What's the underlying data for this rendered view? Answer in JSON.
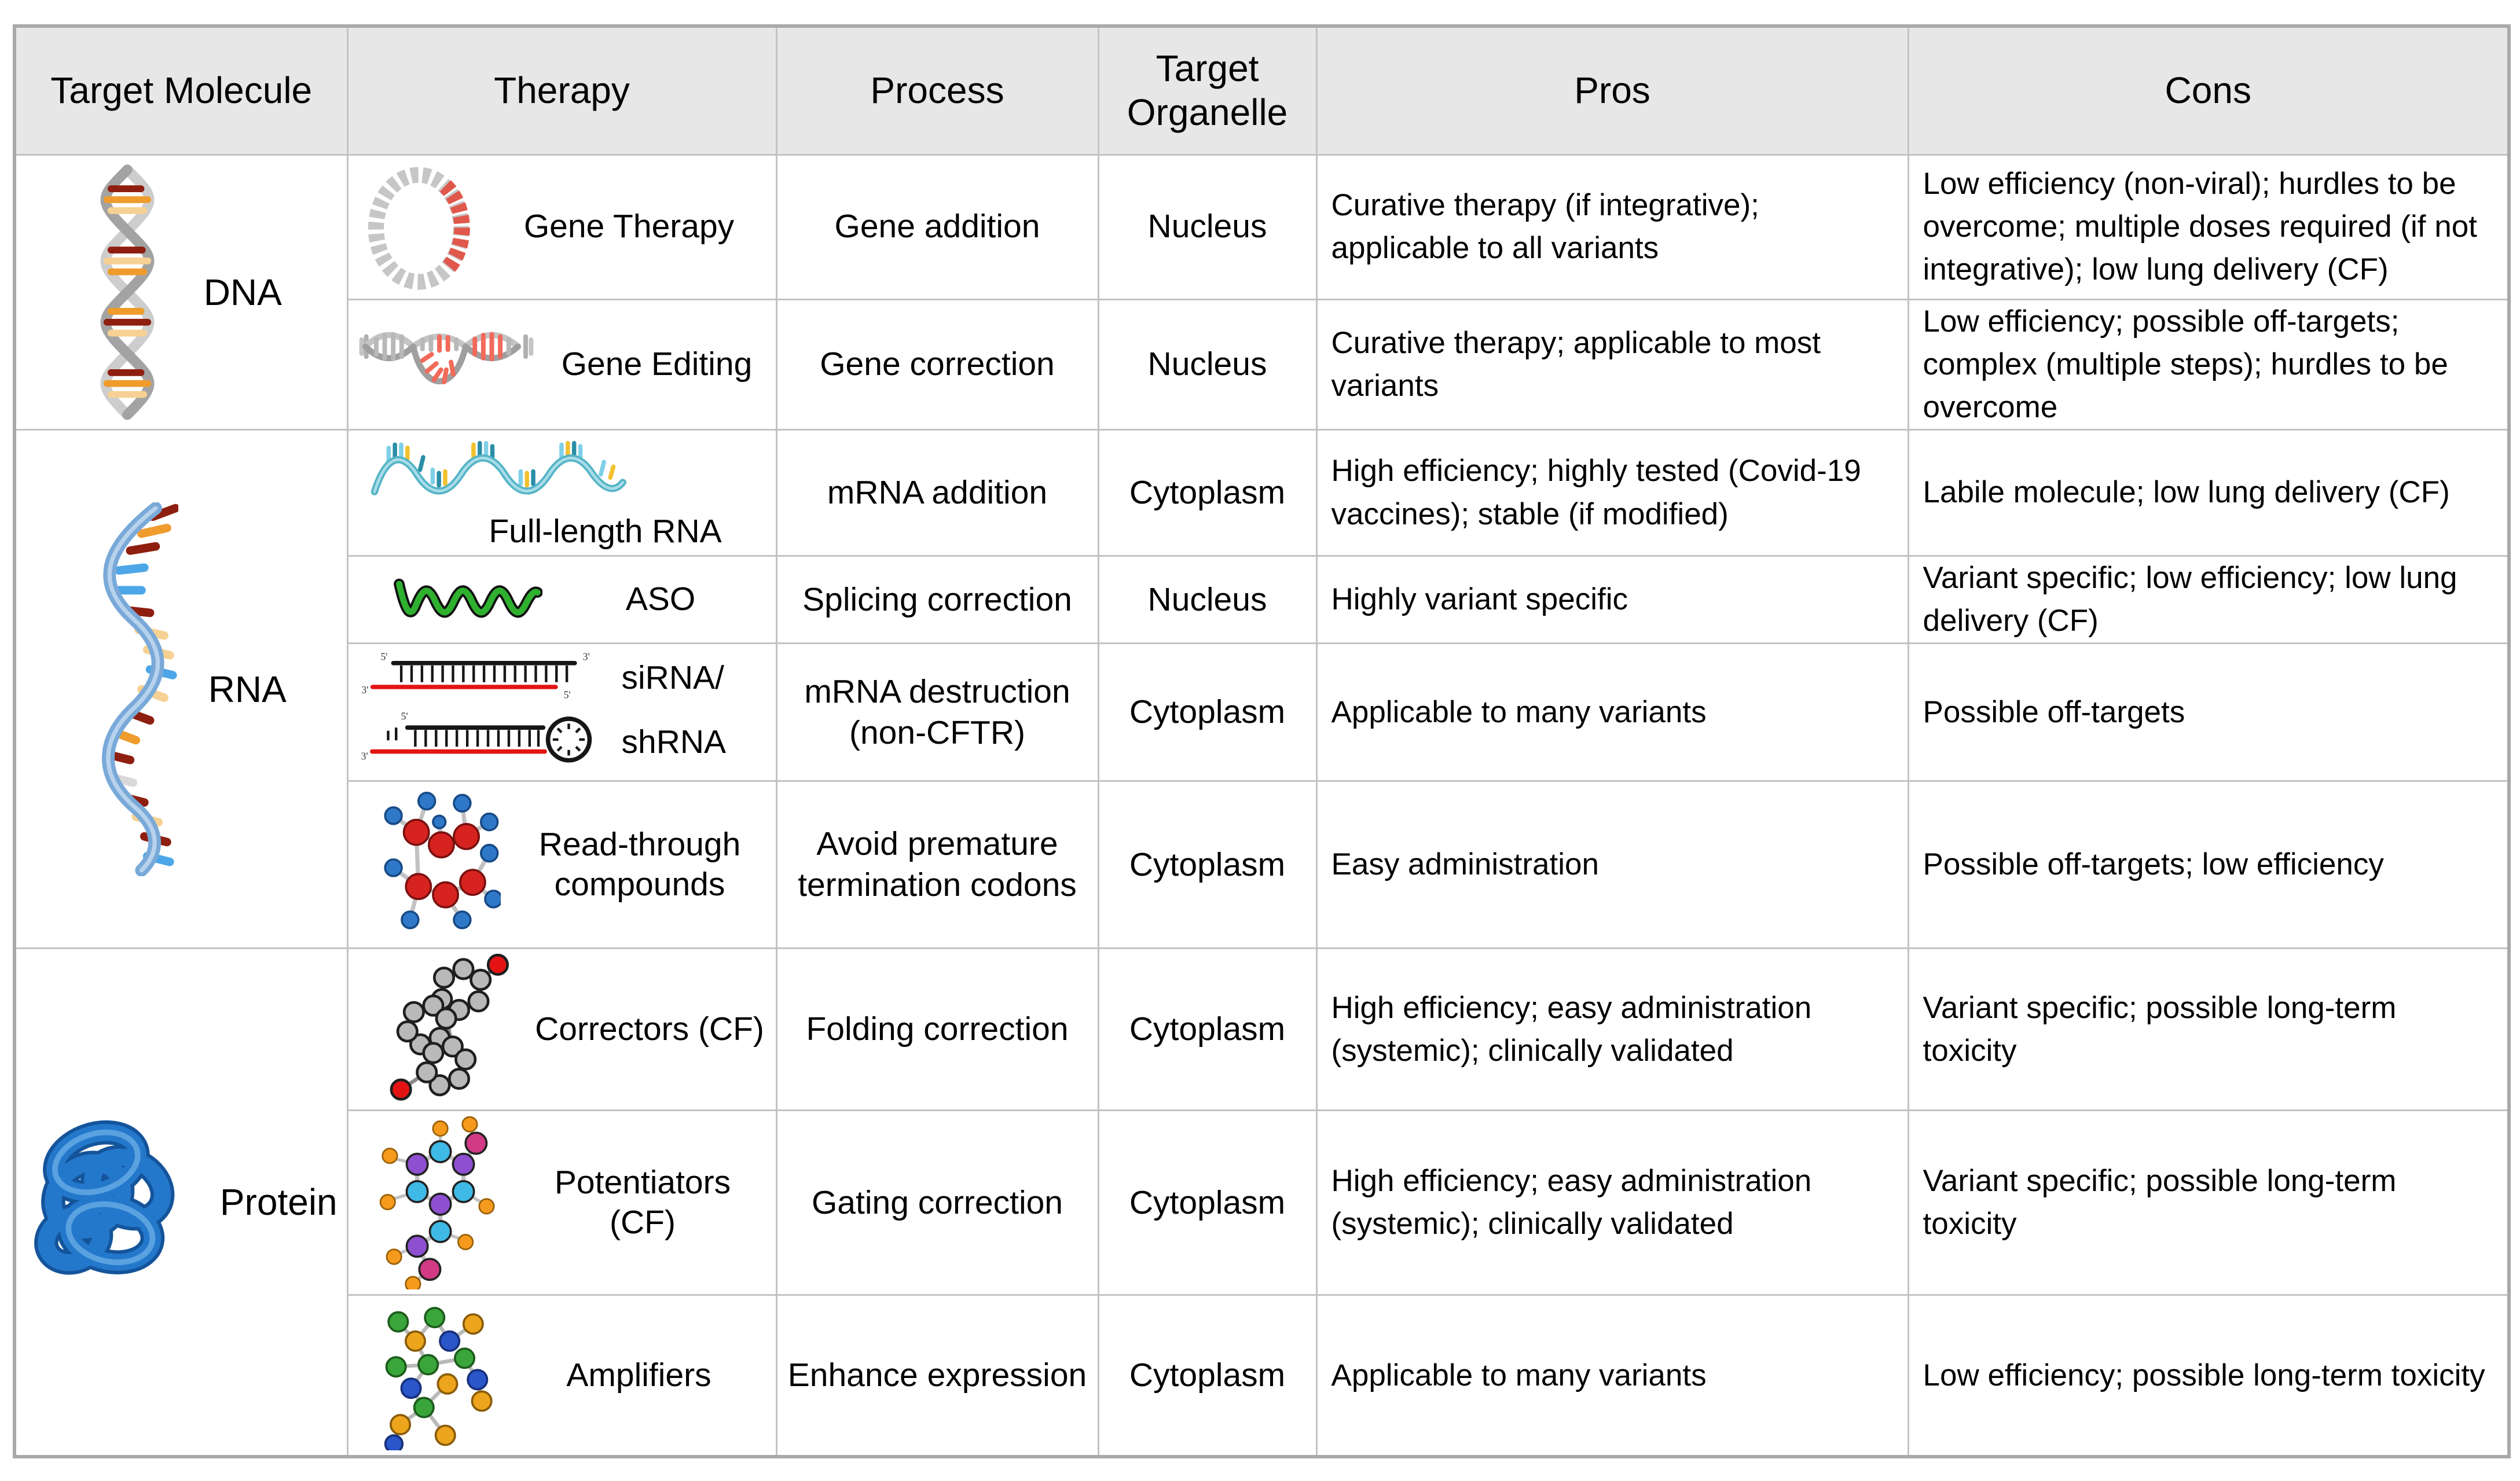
{
  "table": {
    "columns": [
      "Target Molecule",
      "Therapy",
      "Process",
      "Target Organelle",
      "Pros",
      "Cons"
    ],
    "colors": {
      "header_bg": "#e7e7e7",
      "grid_line": "#c3c3c3",
      "outer_border": "#a9a9a9",
      "red_accent": "#e31414",
      "dna_rung_red": "#8e1f10",
      "dna_rung_orange": "#ef9c2d",
      "rna_ribbon_blue": "#79a9d8",
      "mrna_teal": "#55b4c6",
      "aso_green": "#2fb02f",
      "protein_blue": "#2176c7"
    },
    "groups": [
      {
        "molecule": "DNA",
        "molecule_icon": "dna-double-helix-icon",
        "rows": [
          {
            "therapy": "Gene Therapy",
            "therapy_icon": "plasmid-icon",
            "process": "Gene addition",
            "organelle": "Nucleus",
            "pros": "Curative therapy (if integrative); applicable to all variants",
            "cons": "Low efficiency (non-viral); hurdles to be overcome; multiple doses required (if not integrative); low lung delivery (CF)"
          },
          {
            "therapy": "Gene Editing",
            "therapy_icon": "gene-editing-icon",
            "process": "Gene correction",
            "organelle": "Nucleus",
            "pros": "Curative therapy; applicable to most variants",
            "cons": "Low efficiency; possible off-targets; complex (multiple steps); hurdles to be overcome"
          }
        ]
      },
      {
        "molecule": "RNA",
        "molecule_icon": "rna-strand-icon",
        "rows": [
          {
            "therapy": "Full-length RNA",
            "therapy_icon": "mrna-strand-icon",
            "process": "mRNA addition",
            "organelle": "Cytoplasm",
            "pros": "High efficiency; highly tested (Covid-19 vaccines); stable (if modified)",
            "cons": "Labile molecule; low lung delivery (CF)"
          },
          {
            "therapy": "ASO",
            "therapy_icon": "aso-icon",
            "process": "Splicing correction",
            "organelle": "Nucleus",
            "pros": "Highly variant specific",
            "cons": "Variant specific; low efficiency; low lung delivery (CF)"
          },
          {
            "therapy": "siRNA/shRNA",
            "therapy_line1": "siRNA/",
            "therapy_line2": "shRNA",
            "therapy_icon": "sirna-shrna-duplex-icon",
            "label_5prime": "5'",
            "label_3prime": "3'",
            "process": "mRNA destruction (non-CFTR)",
            "organelle": "Cytoplasm",
            "pros": "Applicable to many variants",
            "cons": "Possible off-targets"
          },
          {
            "therapy": "Read-through compounds",
            "therapy_icon": "read-through-molecule-icon",
            "process": "Avoid premature termination codons",
            "organelle": "Cytoplasm",
            "pros": "Easy administration",
            "cons": "Possible off-targets; low efficiency"
          }
        ]
      },
      {
        "molecule": "Protein",
        "molecule_icon": "protein-knot-icon",
        "rows": [
          {
            "therapy": "Correctors (CF)",
            "therapy_icon": "correctors-molecule-icon",
            "process": "Folding correction",
            "organelle": "Cytoplasm",
            "pros": "High efficiency; easy administration (systemic); clinically validated",
            "cons": "Variant specific; possible long-term toxicity"
          },
          {
            "therapy": "Potentiators (CF)",
            "therapy_icon": "potentiators-molecule-icon",
            "process": "Gating correction",
            "organelle": "Cytoplasm",
            "pros": "High efficiency; easy administration (systemic); clinically validated",
            "cons": "Variant specific; possible long-term toxicity"
          },
          {
            "therapy": "Amplifiers",
            "therapy_icon": "amplifiers-molecule-icon",
            "process": "Enhance expression",
            "organelle": "Cytoplasm",
            "pros": "Applicable to many variants",
            "cons": "Low efficiency; possible long-term toxicity"
          }
        ]
      }
    ]
  }
}
